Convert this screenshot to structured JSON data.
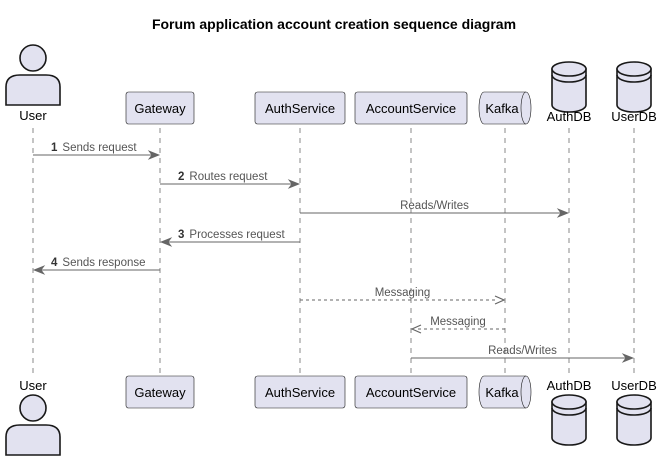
{
  "title": "Forum application account creation sequence diagram",
  "participants": [
    {
      "id": "user",
      "label": "User",
      "kind": "actor"
    },
    {
      "id": "gateway",
      "label": "Gateway",
      "kind": "participant"
    },
    {
      "id": "auth",
      "label": "AuthService",
      "kind": "participant"
    },
    {
      "id": "account",
      "label": "AccountService",
      "kind": "participant"
    },
    {
      "id": "kafka",
      "label": "Kafka",
      "kind": "queue"
    },
    {
      "id": "authdb",
      "label": "AuthDB",
      "kind": "database"
    },
    {
      "id": "userdb",
      "label": "UserDB",
      "kind": "database"
    }
  ],
  "messages": [
    {
      "num": "1",
      "label": "Sends request",
      "from": "user",
      "to": "gateway",
      "style": "solid"
    },
    {
      "num": "2",
      "label": "Routes request",
      "from": "gateway",
      "to": "auth",
      "style": "solid"
    },
    {
      "num": "",
      "label": "Reads/Writes",
      "from": "auth",
      "to": "authdb",
      "style": "solid"
    },
    {
      "num": "3",
      "label": "Processes request",
      "from": "auth",
      "to": "gateway",
      "style": "solid"
    },
    {
      "num": "4",
      "label": "Sends response",
      "from": "gateway",
      "to": "user",
      "style": "solid"
    },
    {
      "num": "",
      "label": "Messaging",
      "from": "auth",
      "to": "kafka",
      "style": "dashed"
    },
    {
      "num": "",
      "label": "Messaging",
      "from": "kafka",
      "to": "account",
      "style": "dashed"
    },
    {
      "num": "",
      "label": "Reads/Writes",
      "from": "account",
      "to": "userdb",
      "style": "solid"
    }
  ],
  "colors": {
    "participant_fill": "#e2e2f0",
    "participant_border": "#181818",
    "arrow": "#666666"
  }
}
